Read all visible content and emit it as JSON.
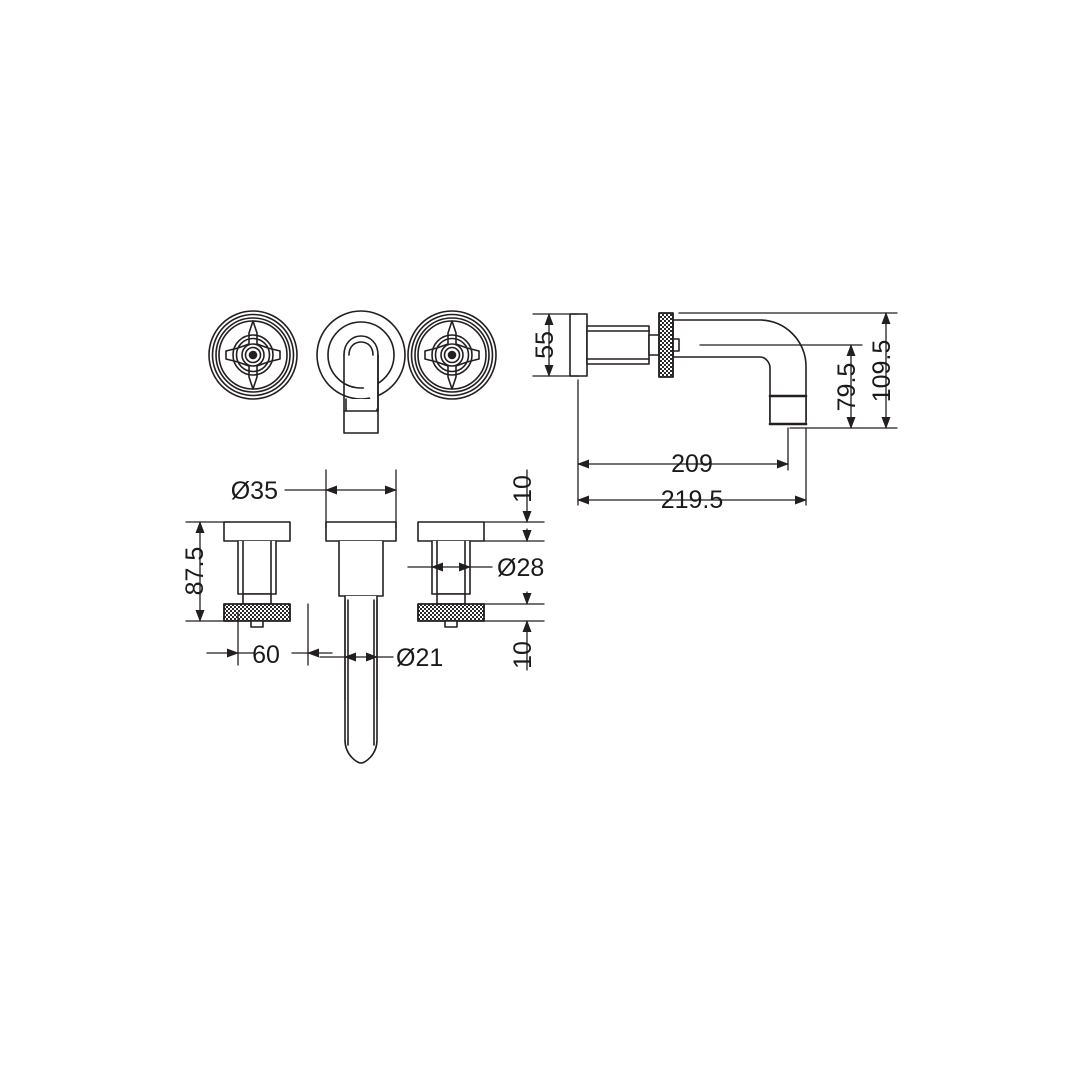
{
  "drawing": {
    "title": "Wall mounted 3-hole basin mixer technical drawing",
    "units": "mm",
    "line_color": "#231f20",
    "background": "#ffffff"
  },
  "views": {
    "top_elevation": {
      "name": "front-elevation-wall-mounted",
      "parts": [
        {
          "name": "left-cross-handle",
          "label": "Cross handle wheel, left"
        },
        {
          "name": "center-spout-plate",
          "label": "Spout wall plate with outlet"
        },
        {
          "name": "right-cross-handle",
          "label": "Cross handle wheel, right"
        }
      ]
    },
    "side_elevation": {
      "name": "spout-side-section",
      "parts": [
        {
          "name": "wall-flange",
          "label": "Wall flange"
        },
        {
          "name": "valve-body",
          "label": "Body"
        },
        {
          "name": "knurled-collar",
          "label": "Knurled collar"
        },
        {
          "name": "curved-spout",
          "label": "Curved spout"
        },
        {
          "name": "spout-outlet",
          "label": "Outlet"
        }
      ]
    },
    "bottom_elevation": {
      "name": "valve-and-spout-elevation",
      "parts": [
        {
          "name": "left-valve",
          "label": "Left valve assembly"
        },
        {
          "name": "center-spout-shank",
          "label": "Spout shank"
        },
        {
          "name": "right-valve",
          "label": "Right valve assembly"
        }
      ]
    }
  },
  "dimensions": {
    "side_view": [
      {
        "name": "dim-55",
        "value": "55",
        "orientation": "vertical"
      },
      {
        "name": "dim-79-5",
        "value": "79.5",
        "orientation": "vertical"
      },
      {
        "name": "dim-109-5",
        "value": "109.5",
        "orientation": "vertical"
      },
      {
        "name": "dim-209",
        "value": "209",
        "orientation": "horizontal"
      },
      {
        "name": "dim-219-5",
        "value": "219.5",
        "orientation": "horizontal"
      }
    ],
    "bottom_view": [
      {
        "name": "dim-87-5",
        "value": "87.5",
        "orientation": "vertical"
      },
      {
        "name": "dim-d35",
        "value": "Ø35",
        "orientation": "horizontal"
      },
      {
        "name": "dim-d28",
        "value": "Ø28",
        "orientation": "horizontal"
      },
      {
        "name": "dim-d21",
        "value": "Ø21",
        "orientation": "horizontal"
      },
      {
        "name": "dim-60",
        "value": "60",
        "orientation": "horizontal"
      },
      {
        "name": "dim-10-top",
        "value": "10",
        "orientation": "vertical"
      },
      {
        "name": "dim-10-bottom",
        "value": "10",
        "orientation": "vertical"
      }
    ]
  }
}
